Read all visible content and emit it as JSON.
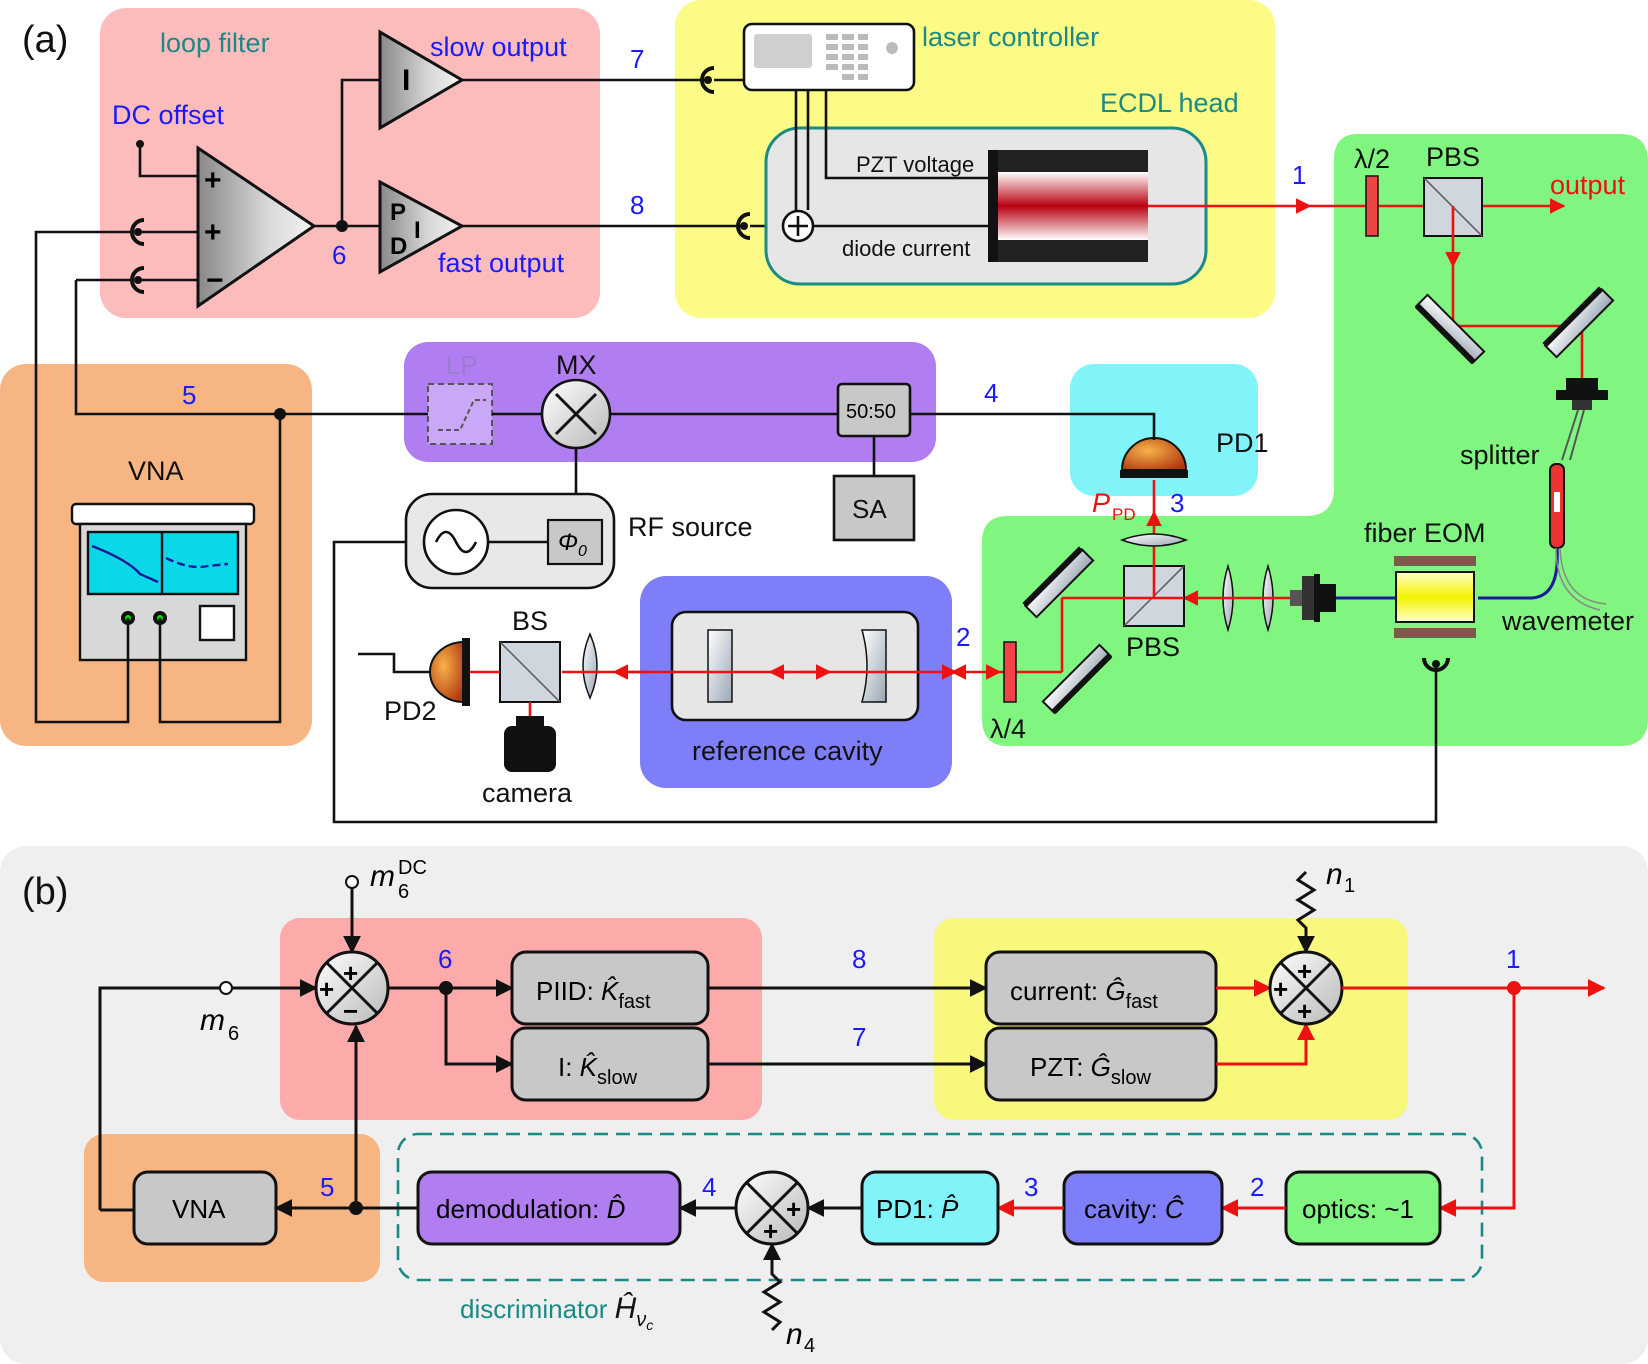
{
  "panel_a": {
    "tag": "(a)",
    "loop_filter": "loop filter",
    "dc_offset": "DC offset",
    "slow_output": "slow output",
    "fast_output": "fast output",
    "integrator": "I",
    "pid_p": "P",
    "pid_d": "D",
    "pid_i": "I",
    "laser_controller": "laser controller",
    "ecdl_head": "ECDL head",
    "pzt_voltage": "PZT voltage",
    "diode_current": "diode current",
    "half_wave": "λ/2",
    "pbs_top": "PBS",
    "output": "output",
    "splitter": "splitter",
    "wavemeter": "wavemeter",
    "fiber_eom": "fiber EOM",
    "pbs_mid": "PBS",
    "quarter_wave": "λ/4",
    "pd1": "PD1",
    "ppd_main": "P",
    "ppd_sub": "PD",
    "lp": "LP",
    "mx": "MX",
    "splitter_5050": "50:50",
    "sa": "SA",
    "rf_source": "RF source",
    "phase": "Φ",
    "phase_sub": "0",
    "vna": "VNA",
    "bs": "BS",
    "pd2": "PD2",
    "camera": "camera",
    "reference_cavity": "reference cavity",
    "n1": "1",
    "n2": "2",
    "n3": "3",
    "n4": "4",
    "n5": "5",
    "n6": "6",
    "n7": "7",
    "n8": "8"
  },
  "panel_b": {
    "tag": "(b)",
    "m6dc_main": "m",
    "m6dc_sub": "6",
    "m6dc_sup": "DC",
    "m6_main": "m",
    "m6_sub": "6",
    "n1_main": "n",
    "n1_sub": "1",
    "n4_main": "n",
    "n4_sub": "4",
    "piid_prefix": "PIID: ",
    "piid_main": "K̂",
    "piid_sub": "fast",
    "i_prefix": "I: ",
    "i_main": "K̂",
    "i_sub": "slow",
    "current_prefix": "current: ",
    "current_main": "Ĝ",
    "current_sub": "fast",
    "pzt_prefix": "PZT: ",
    "pzt_main": "Ĝ",
    "pzt_sub": "slow",
    "vna": "VNA",
    "demod_prefix": "demodulation: ",
    "demod_main": "D̂",
    "pd1_prefix": "PD1:  ",
    "pd1_main": "P̂",
    "cavity_prefix": "cavity: ",
    "cavity_main": "Ĉ",
    "optics": "optics: ~1",
    "discriminator": "discriminator ",
    "disc_main": "Ĥ",
    "disc_sub": "ν",
    "disc_subsub": "c",
    "n1": "1",
    "n2": "2",
    "n3": "3",
    "n4": "4",
    "n5": "5",
    "n6": "6",
    "n7": "7",
    "n8": "8"
  },
  "colors": {
    "loop_filter_bg": "#fcbcbc",
    "laser_bg": "#fbfb86",
    "optics_bg": "#80f680",
    "vna_bg": "#f6b582",
    "mixer_bg": "#b07ef0",
    "pd1_bg": "#80f4f8",
    "cavity_bg": "#7e7ef8",
    "panel_b_bg": "#efefef",
    "beam": "#ee1111",
    "label_blue": "#1a1aff",
    "label_teal": "#1a8a86"
  }
}
